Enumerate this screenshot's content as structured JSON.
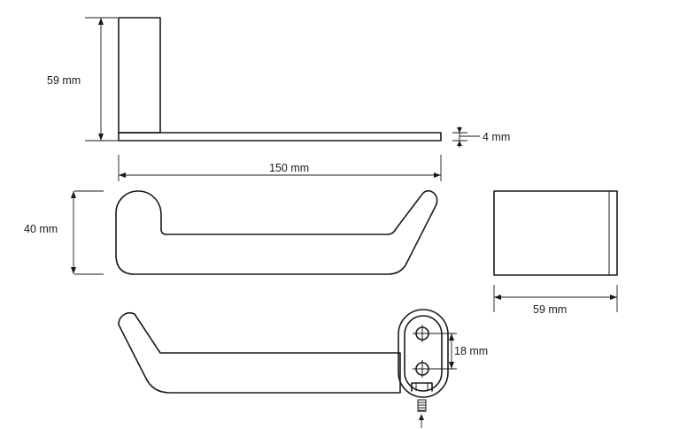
{
  "dimensions": {
    "side_height": "59 mm",
    "plate_thickness": "4 mm",
    "total_length": "150 mm",
    "holder_height": "40 mm",
    "end_width": "59 mm",
    "hole_spacing": "18 mm"
  }
}
